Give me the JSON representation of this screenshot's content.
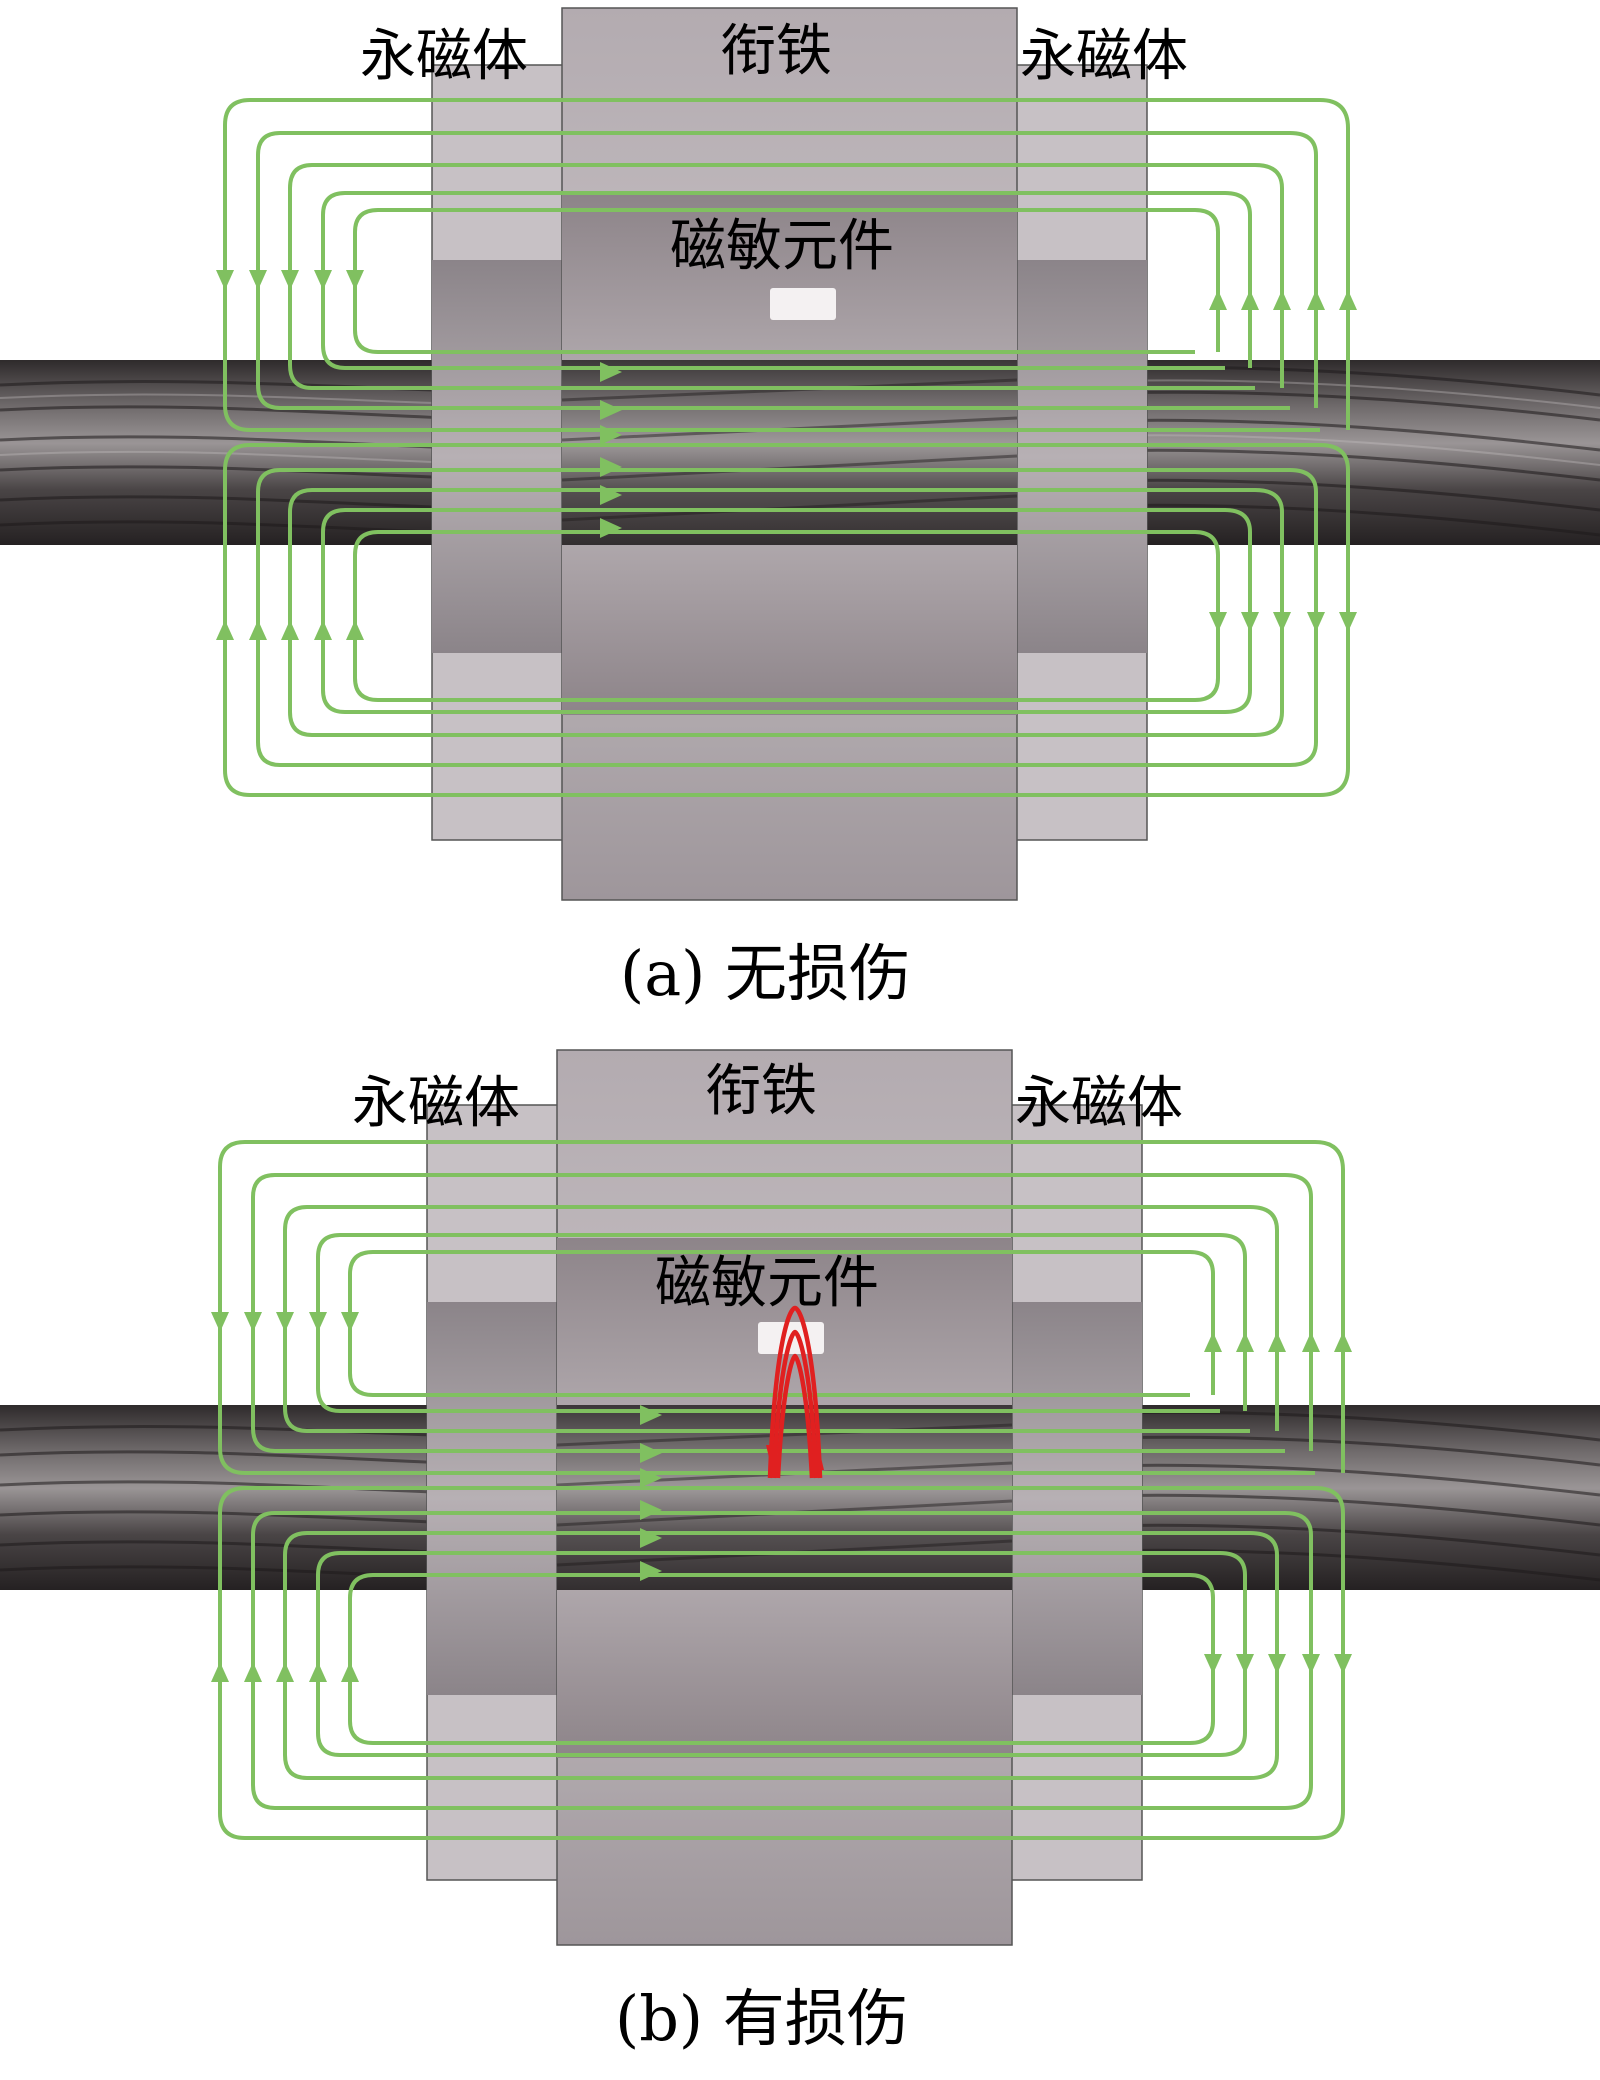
{
  "colors": {
    "field_line": "#80c060",
    "damage_field": "#e02020",
    "yoke": "#aaa2a6",
    "magnet_light": "#c5bfc3",
    "magnet_dark": "#938c91",
    "cable_dark": "#3a3637",
    "cable_light": "#8a8586",
    "sensor": "#f4f1f2"
  },
  "panels": [
    {
      "magnet_left_label": "永磁体",
      "magnet_right_label": "永磁体",
      "yoke_label": "衔铁",
      "sensor_label": "磁敏元件",
      "caption": "(a)  无损伤"
    },
    {
      "magnet_left_label": "永磁体",
      "magnet_right_label": "永磁体",
      "yoke_label": "衔铁",
      "sensor_label": "磁敏元件",
      "caption": "(b)  有损伤"
    }
  ]
}
